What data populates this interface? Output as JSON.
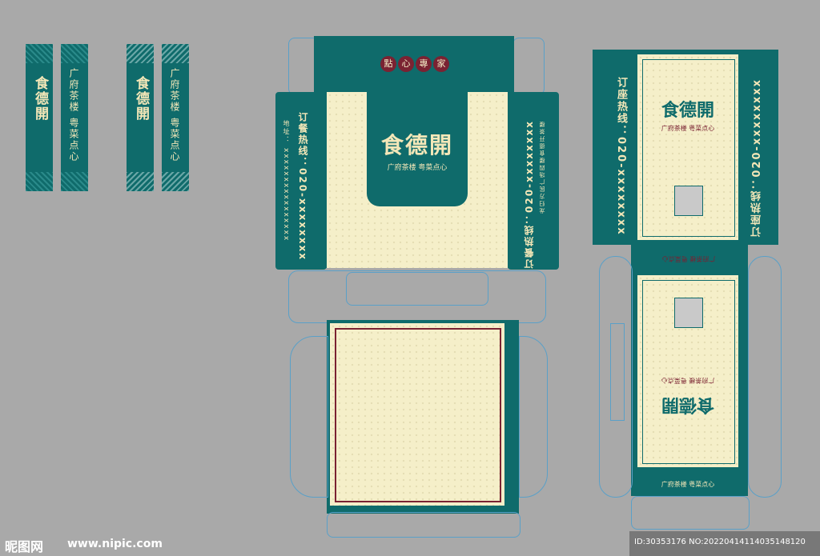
{
  "brand": {
    "name": "食德開",
    "tagline_left": "广府茶楼",
    "tagline_right": "粤菜点心",
    "tagline_full": "广府茶楼  粤菜点心",
    "hotline_label": "订餐热线：",
    "hotline_number": "020-xxxxxxxx",
    "hotline_full": "订餐热线：020-xxxxxxxx",
    "hotline_full_b": "订座热线：020-xxxxxxxx",
    "address_label": "地址：",
    "address_value": "xxxxxxxxxxxxxxxx",
    "address_detail": "龙归方民广场四楼食德开茶楼",
    "seal": "點心專家"
  },
  "watermark": {
    "site_logo": "昵图网",
    "site_url": "www.nipic.com",
    "id_text": "ID:30353176 NO:20220414114035148120"
  },
  "colors": {
    "teal": "#0f6b6b",
    "cream": "#f5efc9",
    "gold": "#f3e7b8",
    "maroon": "#7a2232",
    "dieline": "#5aa0c8",
    "background": "#a9a9a9"
  }
}
